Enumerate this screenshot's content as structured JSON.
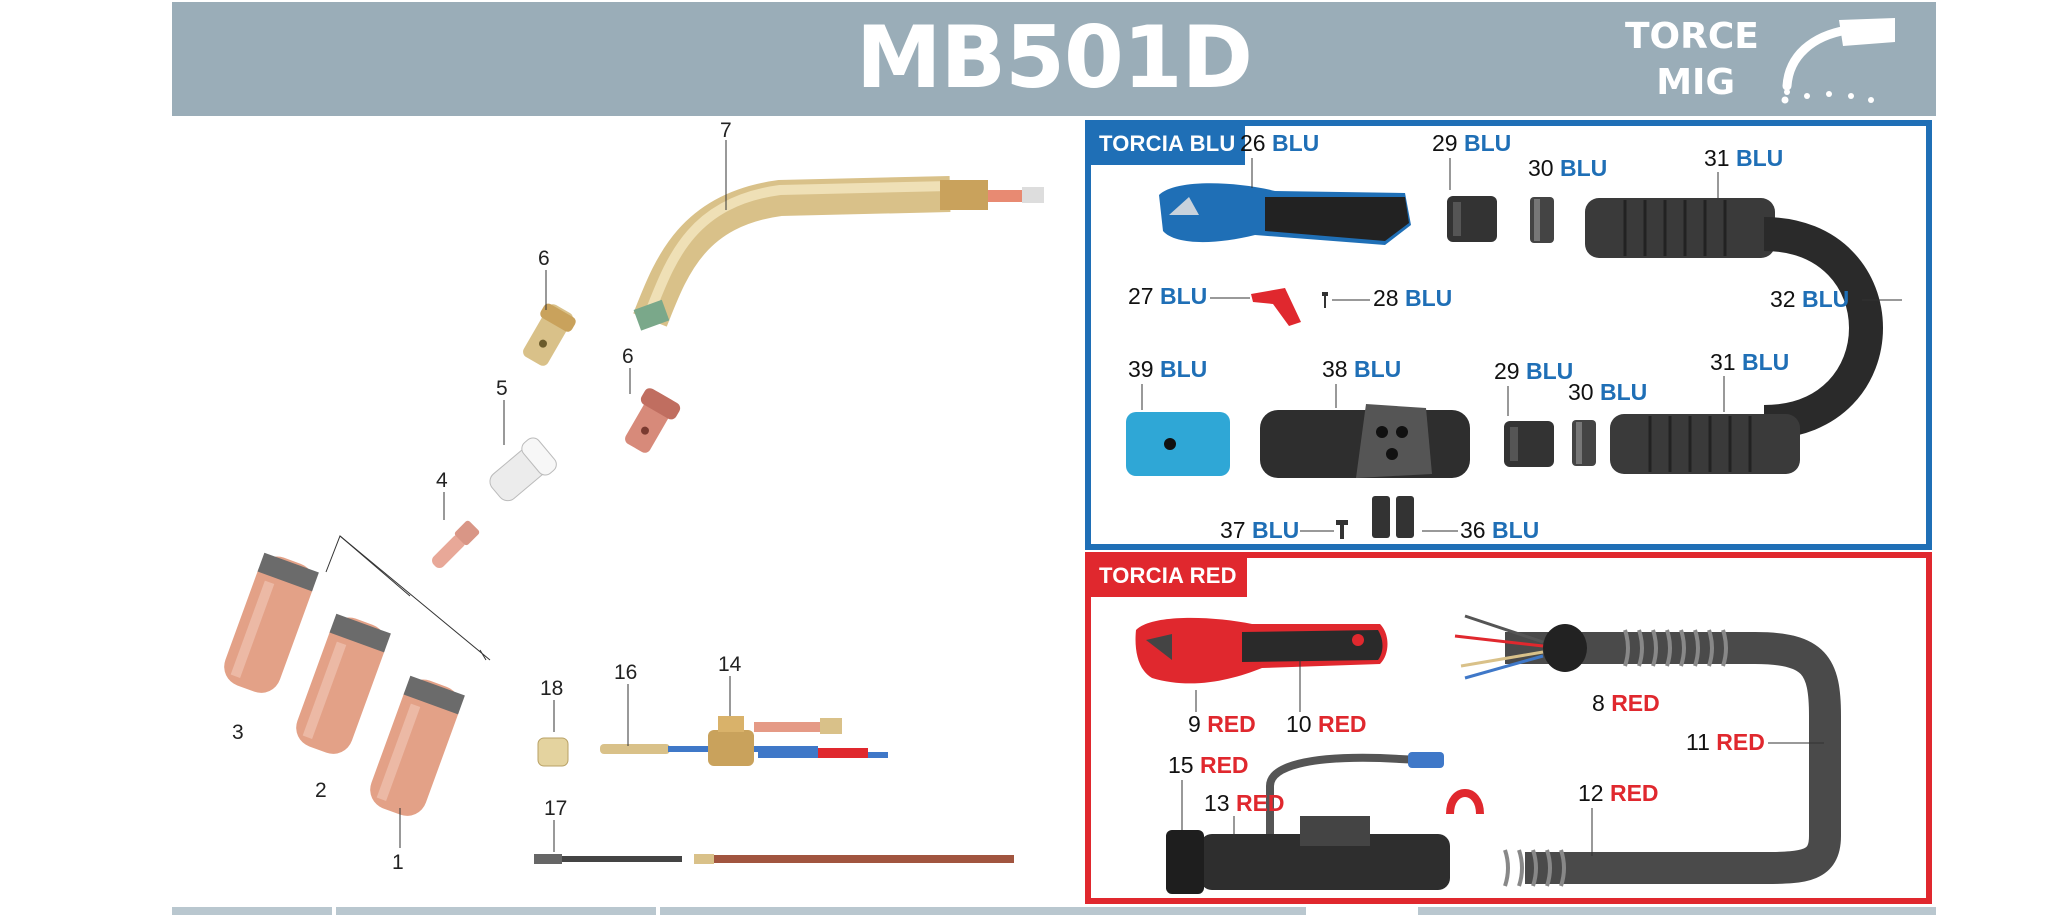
{
  "header": {
    "title": "MB501D",
    "torce": "TORCE",
    "mig": "MIG"
  },
  "colors": {
    "header_bg": "#9aadb8",
    "blu": "#1f6fb6",
    "red": "#e0282e",
    "copper": "#e3a187",
    "brass": "#d9c189"
  },
  "exploded": {
    "parts": [
      "7",
      "6",
      "6",
      "5",
      "4",
      "3",
      "2",
      "1",
      "18",
      "16",
      "14",
      "17"
    ]
  },
  "panel_blu": {
    "tag": "TORCIA BLU",
    "suffix": "BLU",
    "labels": [
      "26",
      "29",
      "30",
      "31",
      "27",
      "28",
      "32",
      "39",
      "38",
      "29",
      "30",
      "31",
      "37",
      "36"
    ]
  },
  "panel_red": {
    "tag": "TORCIA RED",
    "suffix": "RED",
    "labels": [
      "9",
      "10",
      "8",
      "11",
      "15",
      "13",
      "12"
    ]
  }
}
